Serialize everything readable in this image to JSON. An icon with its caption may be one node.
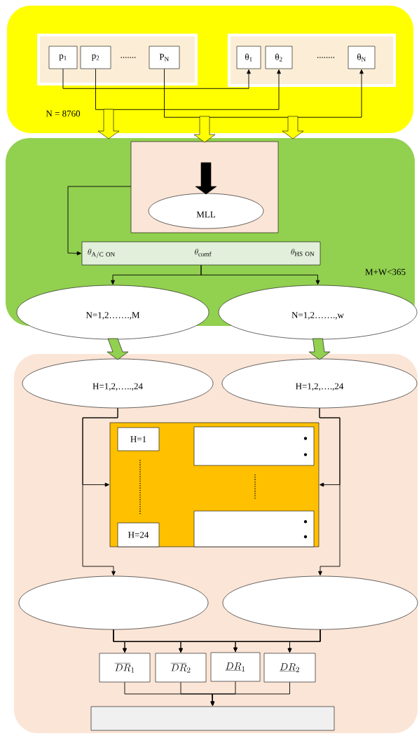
{
  "diagram": {
    "nodes": [
      {
        "text": [],
        "shape": "box"
      },
      {
        "text": [],
        "shape": "box",
        "in": 0
      },
      {
        "text": [
          "p$_{1}$"
        ],
        "in": 1
      },
      {
        "text": [
          "p$_{2}$"
        ],
        "in": 1
      },
      {
        "text": [
          "P$_{N}$"
        ],
        "in": 1
      },
      {
        "text": [],
        "shape": "box",
        "in": 0
      },
      {
        "text": [
          "θ$_{1}$"
        ],
        "in": 5
      },
      {
        "text": [
          "θ$_{2}$"
        ],
        "in": 5
      },
      {
        "text": [
          "θ$_{N}$"
        ],
        "in": 5
      },
      {
        "text": [],
        "shape": "box"
      },
      {
        "text": [],
        "shape": "box",
        "in": 9
      },
      {
        "text": [
          "MLL"
        ],
        "in": 10
      },
      {
        "text": [
          "\\theta_{\\mathrm{A/C\\ ON}}",
          "\\theta_{\\mathrm{comf}}",
          "\\theta_{\\mathrm{HS\\ ON}}"
        ],
        "in": 9
      },
      {
        "text": [
          "N=1,2…….,M"
        ]
      },
      {
        "text": [
          "N=1,2…….,w"
        ]
      },
      {
        "text": [],
        "shape": "box"
      },
      {
        "text": [
          "H=1,2,…..,24"
        ],
        "in": 15
      },
      {
        "text": [
          "H=1,2,….,24"
        ],
        "in": 15
      },
      {
        "text": [],
        "shape": "box",
        "in": 15
      },
      {
        "text": [
          "H=1"
        ],
        "in": 18
      },
      {
        "text": [],
        "shape": "box",
        "in": 18
      },
      {
        "text": [
          "H=24"
        ],
        "in": 18
      },
      {
        "text": [],
        "shape": "box",
        "in": 18
      },
      {
        "text": [],
        "shape": "ellipse",
        "in": 15
      },
      {
        "text": [],
        "shape": "ellipse",
        "in": 15
      },
      {
        "text": [
          "\\overline{DR}_{1}"
        ],
        "in": 15
      },
      {
        "text": [
          "\\overline{DR}_{2}"
        ],
        "in": 15
      },
      {
        "text": [
          "\\underline{DR}_{1}"
        ],
        "in": 15
      },
      {
        "text": [
          "\\underline{DR}_{2}"
        ],
        "in": 15
      },
      {
        "text": [],
        "shape": "box",
        "in": 15
      }
    ],
    "edges": [
      {
        "from": 2,
        "to": 6,
        "arrow": "to"
      },
      {
        "from": 3,
        "to": 7,
        "arrow": "to"
      },
      {
        "from": 4,
        "to": 8,
        "arrow": "to"
      },
      {
        "from": 0,
        "to": 9,
        "arrow": "to",
        "style": "thick",
        "color": "#ffff00"
      },
      {
        "from": 0,
        "to": 10,
        "arrow": "to",
        "style": "thick",
        "color": "#ffff00"
      },
      {
        "from": 0,
        "to": 9,
        "arrow": "to",
        "style": "thick",
        "color": "#ffff00"
      },
      {
        "from": 10,
        "to": 11,
        "arrow": "to",
        "style": "thick"
      },
      {
        "from": 10,
        "to": 12,
        "arrow": "to"
      },
      {
        "from": 12,
        "to": 13,
        "arrow": "to"
      },
      {
        "from": 12,
        "to": 14,
        "arrow": "to"
      },
      {
        "from": 13,
        "to": 16,
        "arrow": "to",
        "style": "thick",
        "color": "#92d050"
      },
      {
        "from": 14,
        "to": 17,
        "arrow": "to",
        "style": "thick",
        "color": "#92d050"
      },
      {
        "from": 16,
        "to": 18,
        "arrow": "to"
      },
      {
        "from": 17,
        "to": 18,
        "arrow": "to"
      },
      {
        "from": 16,
        "to": 23,
        "arrow": "to"
      },
      {
        "from": 17,
        "to": 24,
        "arrow": "to"
      },
      {
        "from": 23,
        "to": 25,
        "arrow": "to"
      },
      {
        "from": 23,
        "to": 26,
        "arrow": "to"
      },
      {
        "from": 23,
        "to": 27,
        "arrow": "to"
      },
      {
        "from": 23,
        "to": 28,
        "arrow": "to"
      },
      {
        "from": 24,
        "to": 25,
        "arrow": "to"
      },
      {
        "from": 24,
        "to": 26,
        "arrow": "to"
      },
      {
        "from": 24,
        "to": 27,
        "arrow": "to"
      },
      {
        "from": 24,
        "to": 28,
        "arrow": "to"
      },
      {
        "from": 25,
        "to": 29,
        "arrow": "to"
      },
      {
        "from": 26,
        "to": 29,
        "arrow": "to"
      },
      {
        "from": 27,
        "to": 29,
        "arrow": "to"
      },
      {
        "from": 28,
        "to": 29,
        "arrow": "to"
      }
    ],
    "labels": [
      "N = 8760",
      ".......",
      "........",
      "M+W<365"
    ]
  }
}
